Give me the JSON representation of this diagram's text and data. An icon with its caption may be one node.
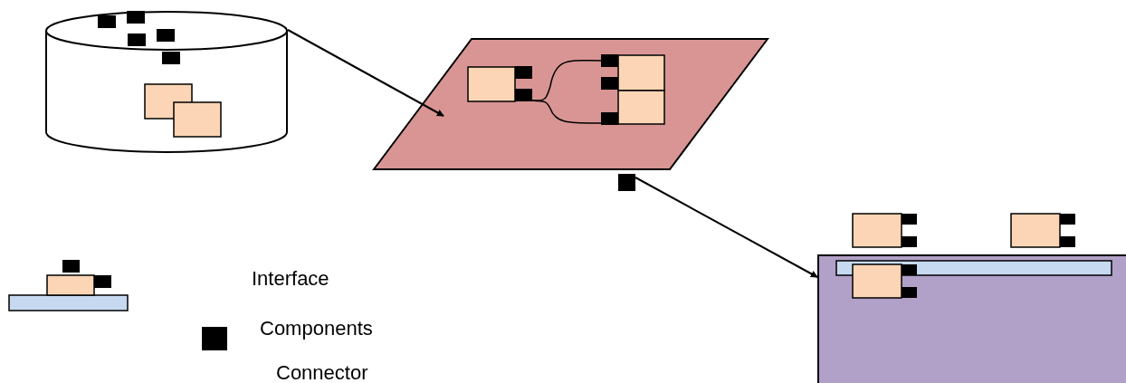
{
  "diagram": {
    "nodes": [
      {
        "text": [],
        "shape": "cylinder"
      },
      {
        "text": [],
        "shape": "parallelogram"
      },
      {
        "text": [],
        "shape": "square"
      },
      {
        "text": [],
        "shape": "box"
      }
    ],
    "edges": [
      {
        "from": 0,
        "to": 1,
        "arrow": "to"
      },
      {
        "from": 2,
        "to": 3,
        "arrow": "to"
      }
    ],
    "labels": [
      "Interface",
      "Components",
      "Connector"
    ]
  }
}
